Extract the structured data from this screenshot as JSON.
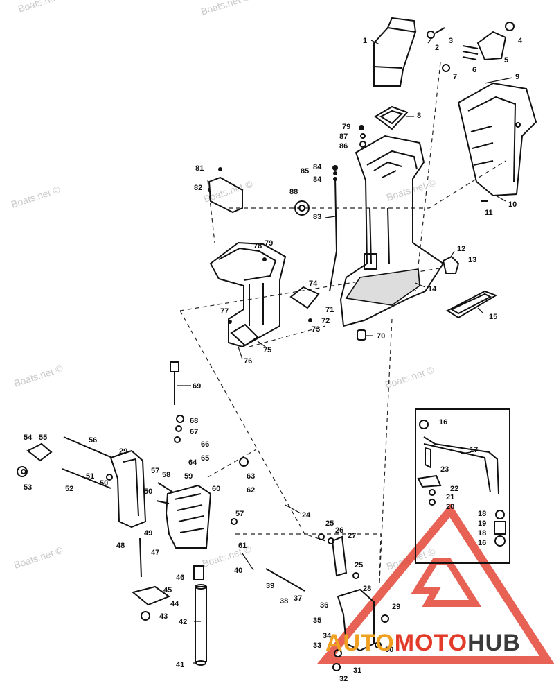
{
  "watermark": "Boats.net ©",
  "logo": {
    "part1": "AUTO",
    "part2": "MOTO",
    "part3": "HUB",
    "colors": {
      "auto": "#f0a020",
      "moto": "#e23b2a",
      "hub": "#3a3a3a",
      "triangle": "#e23b2a"
    }
  },
  "callouts": [
    "1",
    "2",
    "3",
    "4",
    "5",
    "6",
    "7",
    "8",
    "9",
    "10",
    "11",
    "12",
    "13",
    "14",
    "15",
    "16",
    "17",
    "18",
    "19",
    "20",
    "21",
    "22",
    "23",
    "24",
    "25",
    "26",
    "27",
    "28",
    "29",
    "30",
    "31",
    "32",
    "33",
    "34",
    "35",
    "36",
    "37",
    "38",
    "39",
    "40",
    "41",
    "42",
    "43",
    "44",
    "45",
    "46",
    "47",
    "48",
    "49",
    "50",
    "51",
    "52",
    "53",
    "54",
    "55",
    "56",
    "57",
    "58",
    "59",
    "60",
    "61",
    "62",
    "63",
    "64",
    "65",
    "66",
    "67",
    "68",
    "69",
    "70",
    "71",
    "72",
    "73",
    "74",
    "75",
    "76",
    "77",
    "78",
    "79",
    "81",
    "82",
    "83",
    "84",
    "85",
    "86",
    "87",
    "88"
  ]
}
